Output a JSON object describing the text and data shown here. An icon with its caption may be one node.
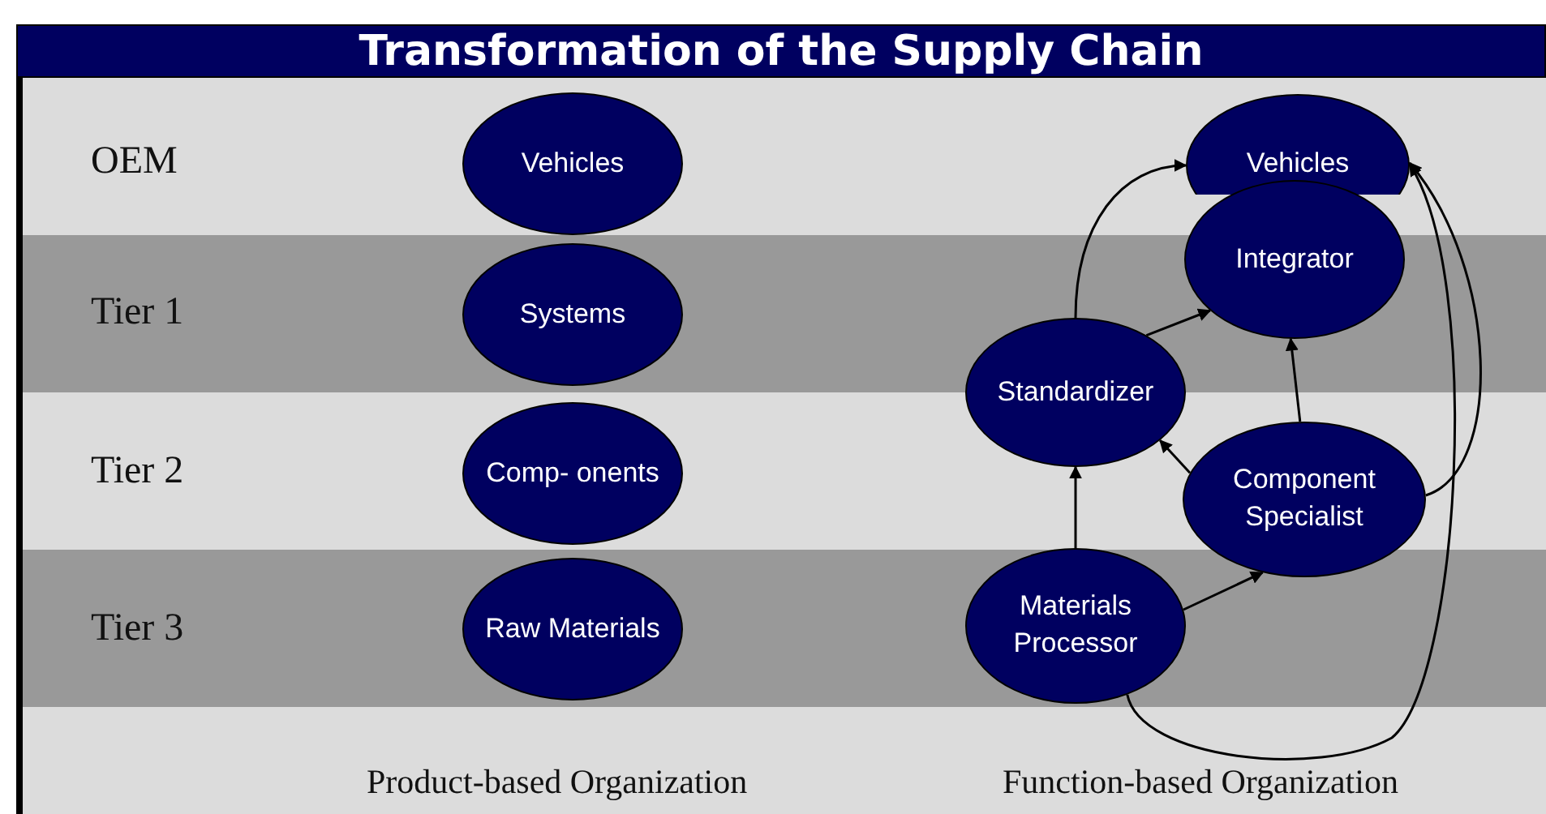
{
  "diagram": {
    "title": "Transformation of the Supply Chain",
    "nodes": [
      {
        "text": [
          "Vehicles"
        ]
      },
      {
        "text": [
          "Systems"
        ]
      },
      {
        "text": [
          "Comp- onents"
        ]
      },
      {
        "text": [
          "Raw Materials"
        ]
      },
      {
        "text": [
          "Vehicles"
        ]
      },
      {
        "text": [
          "Integrator"
        ]
      },
      {
        "text": [
          "Standardizer"
        ]
      },
      {
        "text": [
          "Component Specialist"
        ]
      },
      {
        "text": [
          "Materials Processor"
        ]
      }
    ],
    "edges": [
      {
        "from": 6,
        "to": 4,
        "arrow": "to"
      },
      {
        "from": 6,
        "to": 5,
        "arrow": "to"
      },
      {
        "from": 7,
        "to": 5,
        "arrow": "to"
      },
      {
        "from": 7,
        "to": 6,
        "arrow": "to"
      },
      {
        "from": 8,
        "to": 6,
        "arrow": "to"
      },
      {
        "from": 8,
        "to": 7,
        "arrow": "to"
      },
      {
        "from": 7,
        "to": 4,
        "arrow": "to"
      },
      {
        "from": 8,
        "to": 4,
        "arrow": "to"
      }
    ],
    "labels": [
      "OEM",
      "Tier 1",
      "Tier 2",
      "Tier 3",
      "Product-based Organization",
      "Function-based Organization"
    ]
  }
}
